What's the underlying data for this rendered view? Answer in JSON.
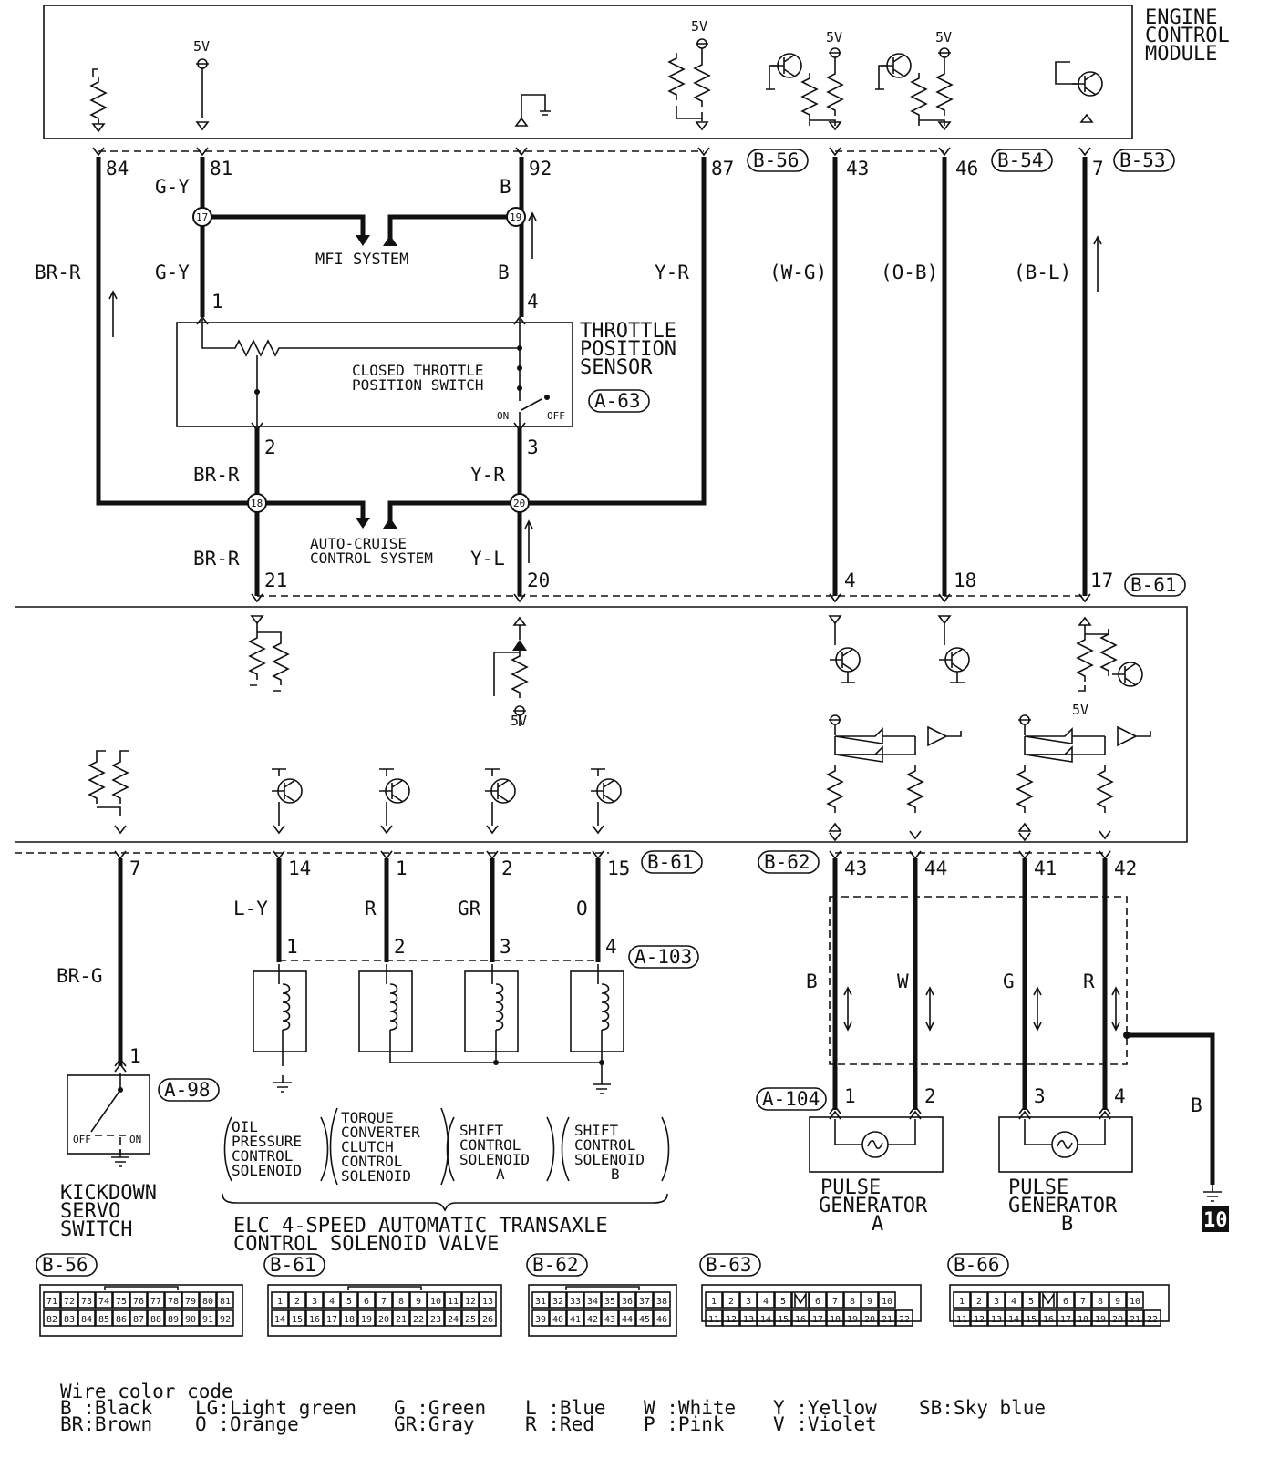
{
  "module": {
    "line1": "ENGINE",
    "line2": "CONTROL",
    "line3": "MODULE"
  },
  "supply": "5V",
  "top_pins": {
    "p84": "84",
    "p81": "81",
    "p92": "92",
    "p87": "87",
    "p43": "43",
    "p46": "46",
    "p7": "7"
  },
  "top_connectors": {
    "b56": "B-56",
    "b54": "B-54",
    "b53": "B-53"
  },
  "top_wires": {
    "gy": "G-Y",
    "b": "B",
    "brr": "BR-R",
    "yr": "Y-R",
    "wg": "(W-G)",
    "ob": "(O-B)",
    "bl": "(B-L)",
    "yl": "Y-L"
  },
  "junctions": {
    "j17": "17",
    "j19": "19",
    "j18": "18",
    "j20": "20"
  },
  "systems": {
    "mfi": "MFI SYSTEM",
    "cruise1": "AUTO-CRUISE",
    "cruise2": "CONTROL SYSTEM"
  },
  "tps": {
    "title1": "THROTTLE",
    "title2": "POSITION",
    "title3": "SENSOR",
    "switch1": "CLOSED THROTTLE",
    "switch2": "POSITION SWITCH",
    "on": "ON",
    "off": "OFF",
    "connector": "A-63",
    "pin1": "1",
    "pin2": "2",
    "pin3": "3",
    "pin4": "4"
  },
  "mid_pins": {
    "p21": "21",
    "p20": "20",
    "p4": "4",
    "p18": "18",
    "p17": "17",
    "conn": "B-61"
  },
  "lower_pins": {
    "p7": "7",
    "p14": "14",
    "p1": "1",
    "p2": "2",
    "p15": "15",
    "conn": "B-61"
  },
  "lower_wires": {
    "brg": "BR-G",
    "ly": "L-Y",
    "r": "R",
    "gr": "GR",
    "o": "O"
  },
  "solenoid_pins": {
    "s1": "1",
    "s2": "2",
    "s3": "3",
    "s4": "4",
    "conn": "A-103"
  },
  "kickdown": {
    "pin": "1",
    "conn": "A-98",
    "off": "OFF",
    "on": "ON",
    "l1": "KICKDOWN",
    "l2": "SERVO",
    "l3": "SWITCH"
  },
  "solenoids": {
    "oil": [
      "OIL",
      "PRESSURE",
      "CONTROL",
      "SOLENOID"
    ],
    "torque": [
      "TORQUE",
      "CONVERTER",
      "CLUTCH",
      "CONTROL",
      "SOLENOID"
    ],
    "shiftA": [
      "SHIFT",
      "CONTROL",
      "SOLENOID",
      "A"
    ],
    "shiftB": [
      "SHIFT",
      "CONTROL",
      "SOLENOID",
      "B"
    ],
    "group1": "ELC 4-SPEED AUTOMATIC TRANSAXLE",
    "group2": "CONTROL SOLENOID VALVE"
  },
  "pulse": {
    "conn": "B-62",
    "conn2": "A-104",
    "p43": "43",
    "p44": "44",
    "p41": "41",
    "p42": "42",
    "wB": "B",
    "wW": "W",
    "wG": "G",
    "wR": "R",
    "shieldWire": "B",
    "a1": "1",
    "a2": "2",
    "b3": "3",
    "b4": "4",
    "genA1": "PULSE",
    "genA2": "GENERATOR",
    "genA3": "A",
    "genB1": "PULSE",
    "genB2": "GENERATOR",
    "genB3": "B",
    "ground": "10"
  },
  "connector_views": {
    "b56": {
      "label": "B-56",
      "row1": [
        "71",
        "72",
        "73",
        "74",
        "75",
        "76",
        "77",
        "78",
        "79",
        "80",
        "81"
      ],
      "row2": [
        "82",
        "83",
        "84",
        "85",
        "86",
        "87",
        "88",
        "89",
        "90",
        "91",
        "92"
      ]
    },
    "b61": {
      "label": "B-61",
      "row1": [
        "1",
        "2",
        "3",
        "4",
        "5",
        "6",
        "7",
        "8",
        "9",
        "10",
        "11",
        "12",
        "13"
      ],
      "row2": [
        "14",
        "15",
        "16",
        "17",
        "18",
        "19",
        "20",
        "21",
        "22",
        "23",
        "24",
        "25",
        "26"
      ]
    },
    "b62": {
      "label": "B-62",
      "row1": [
        "31",
        "32",
        "33",
        "34",
        "35",
        "36",
        "37",
        "38"
      ],
      "row2": [
        "39",
        "40",
        "41",
        "42",
        "43",
        "44",
        "45",
        "46"
      ]
    },
    "b63": {
      "label": "B-63",
      "row1": [
        "1",
        "2",
        "3",
        "4",
        "5",
        "",
        "6",
        "7",
        "8",
        "9",
        "10"
      ],
      "row2": [
        "11",
        "12",
        "13",
        "14",
        "15",
        "16",
        "17",
        "18",
        "19",
        "20",
        "21",
        "22"
      ]
    },
    "b66": {
      "label": "B-66",
      "row1": [
        "1",
        "2",
        "3",
        "4",
        "5",
        "",
        "6",
        "7",
        "8",
        "9",
        "10"
      ],
      "row2": [
        "11",
        "12",
        "13",
        "14",
        "15",
        "16",
        "17",
        "18",
        "19",
        "20",
        "21",
        "22"
      ]
    }
  },
  "legend": {
    "title": "Wire color code",
    "c1a": "B :Black",
    "c1b": "BR:Brown",
    "c2a": "LG:Light green",
    "c2b": "O :Orange",
    "c3a": "G :Green",
    "c3b": "GR:Gray",
    "c4a": "L :Blue",
    "c4b": "R :Red",
    "c5a": "W :White",
    "c5b": "P :Pink",
    "c6a": "Y :Yellow",
    "c6b": "V :Violet",
    "c7a": "SB:Sky blue"
  }
}
